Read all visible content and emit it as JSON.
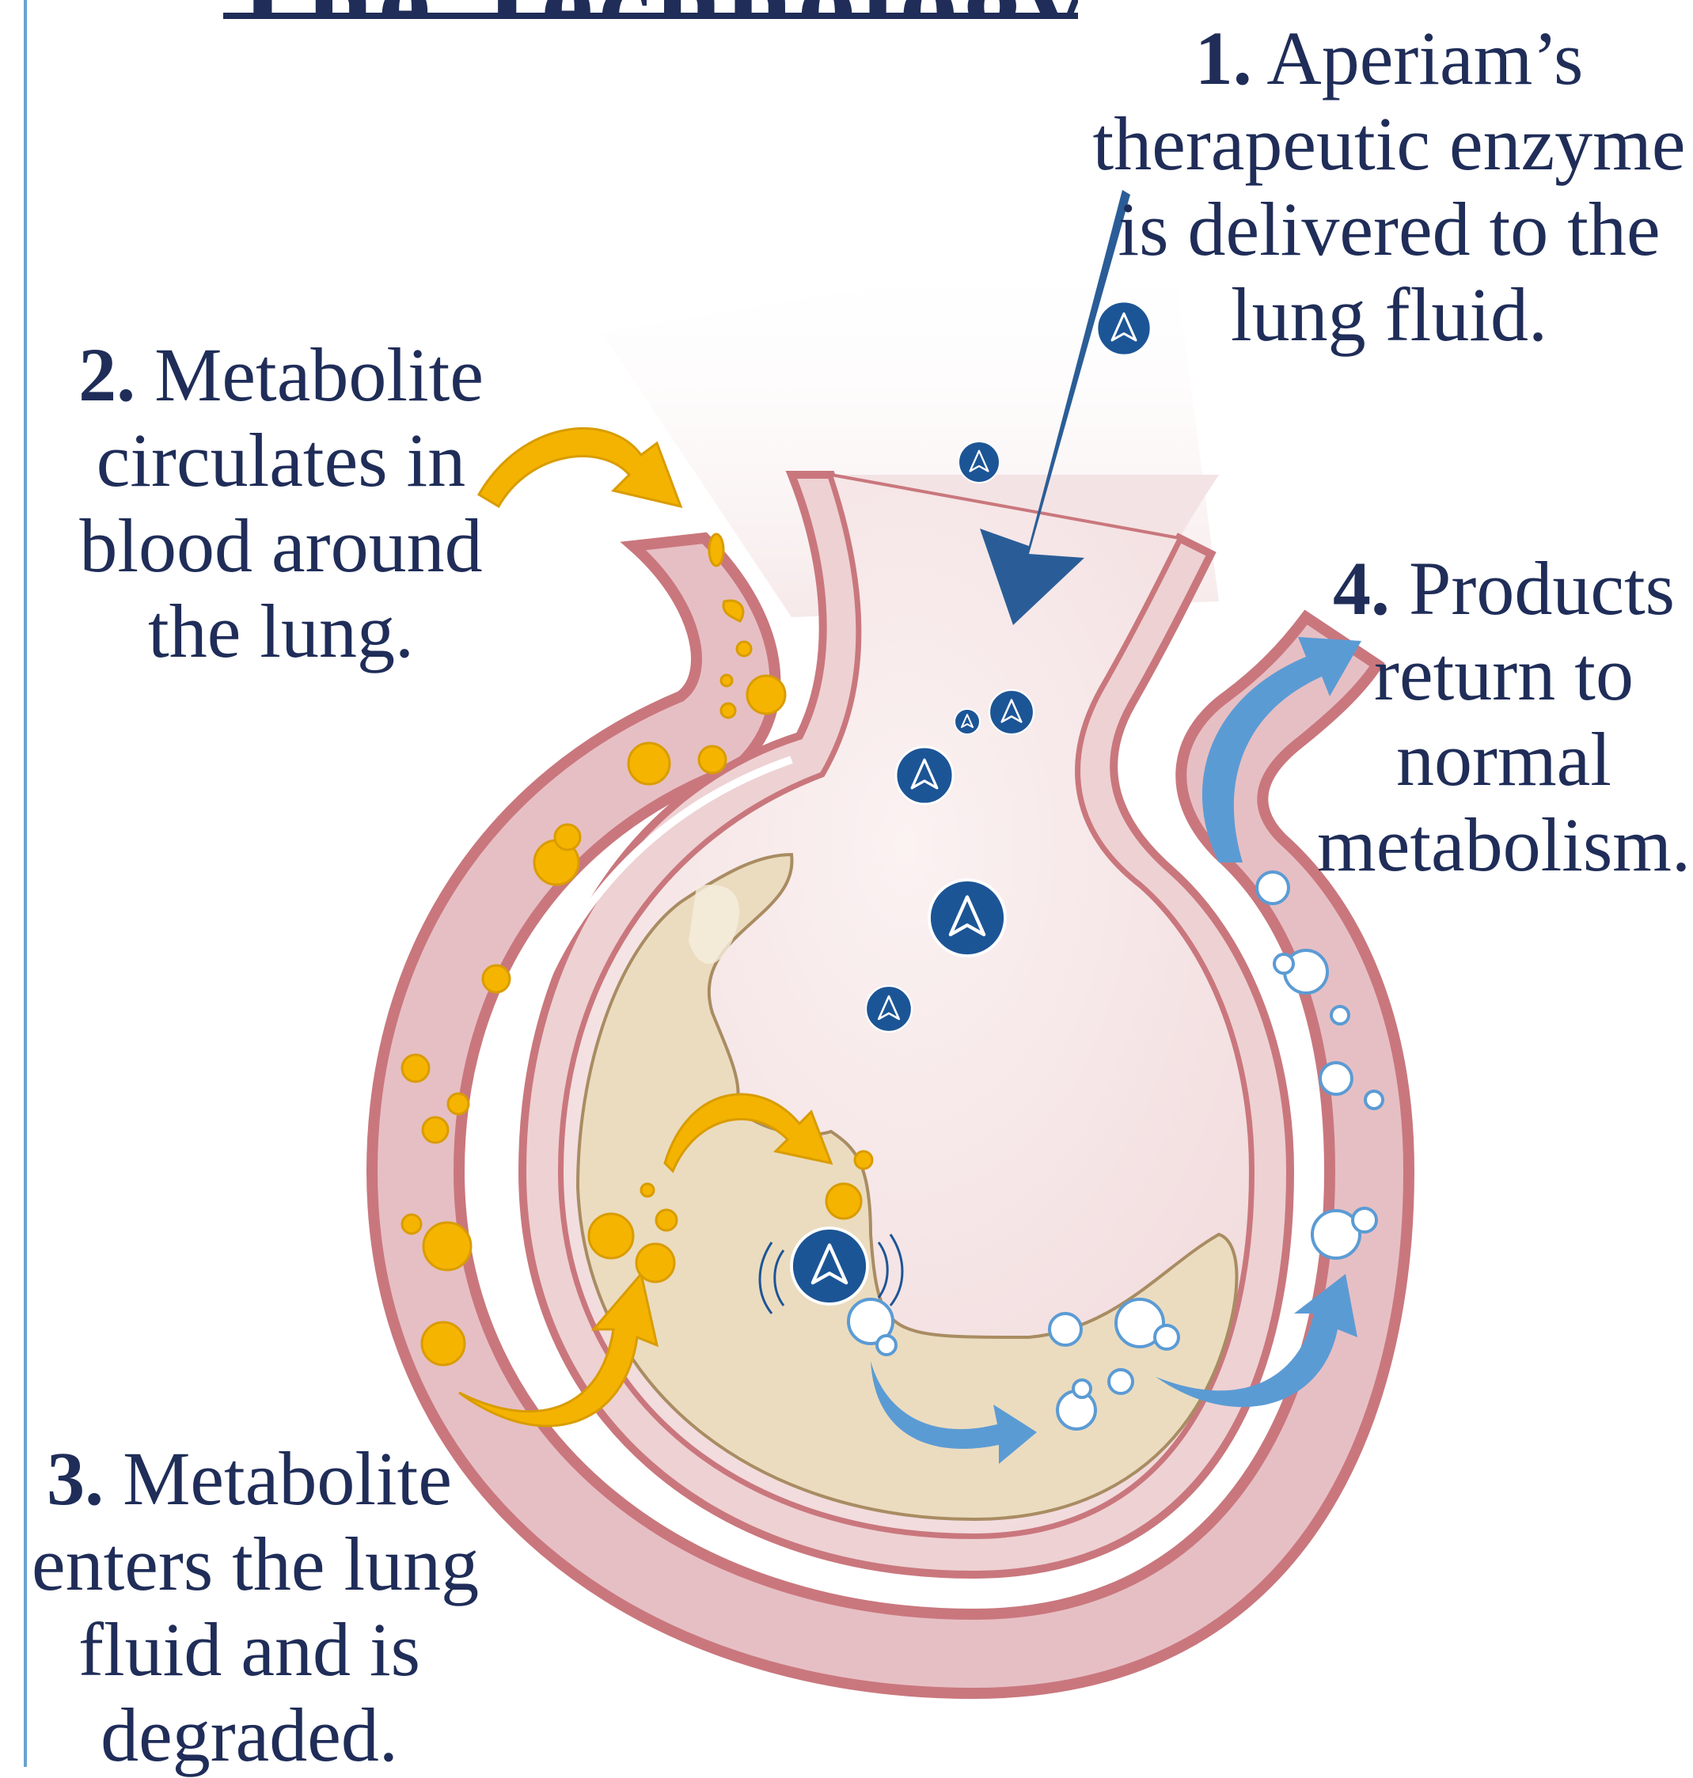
{
  "title": {
    "text": "The Technology"
  },
  "steps": [
    {
      "number": "1.",
      "lines": [
        "Aperiam’s",
        "therapeutic enzyme",
        "is delivered to the",
        "lung fluid."
      ]
    },
    {
      "number": "2.",
      "lines": [
        "Metabolite",
        "circulates in",
        "blood around",
        "the lung."
      ]
    },
    {
      "number": "3.",
      "lines": [
        "Metabolite",
        "enters the lung",
        "fluid and is",
        "degraded."
      ]
    },
    {
      "number": "4.",
      "lines": [
        "Products",
        "return to",
        "normal",
        "metabolism."
      ]
    }
  ],
  "colors": {
    "tissue": "#c9777d",
    "tissue_fill": "#e6bfc4",
    "airspace": "#f4e3e4",
    "lung_fluid": "#ebdcc0",
    "metabolite": "#f5b400",
    "metabolite_arrow": "#f3b300",
    "enzyme": "#1c5596",
    "delivery_arrow": "#2a5d97",
    "product_arrow": "#5b9bd4",
    "text": "#1f2d58",
    "frame_line": "#6aa3cf"
  },
  "icons": {
    "enzyme": "enzyme-icon",
    "metabolite": "metabolite-dot-icon",
    "product": "product-bubble-icon"
  }
}
